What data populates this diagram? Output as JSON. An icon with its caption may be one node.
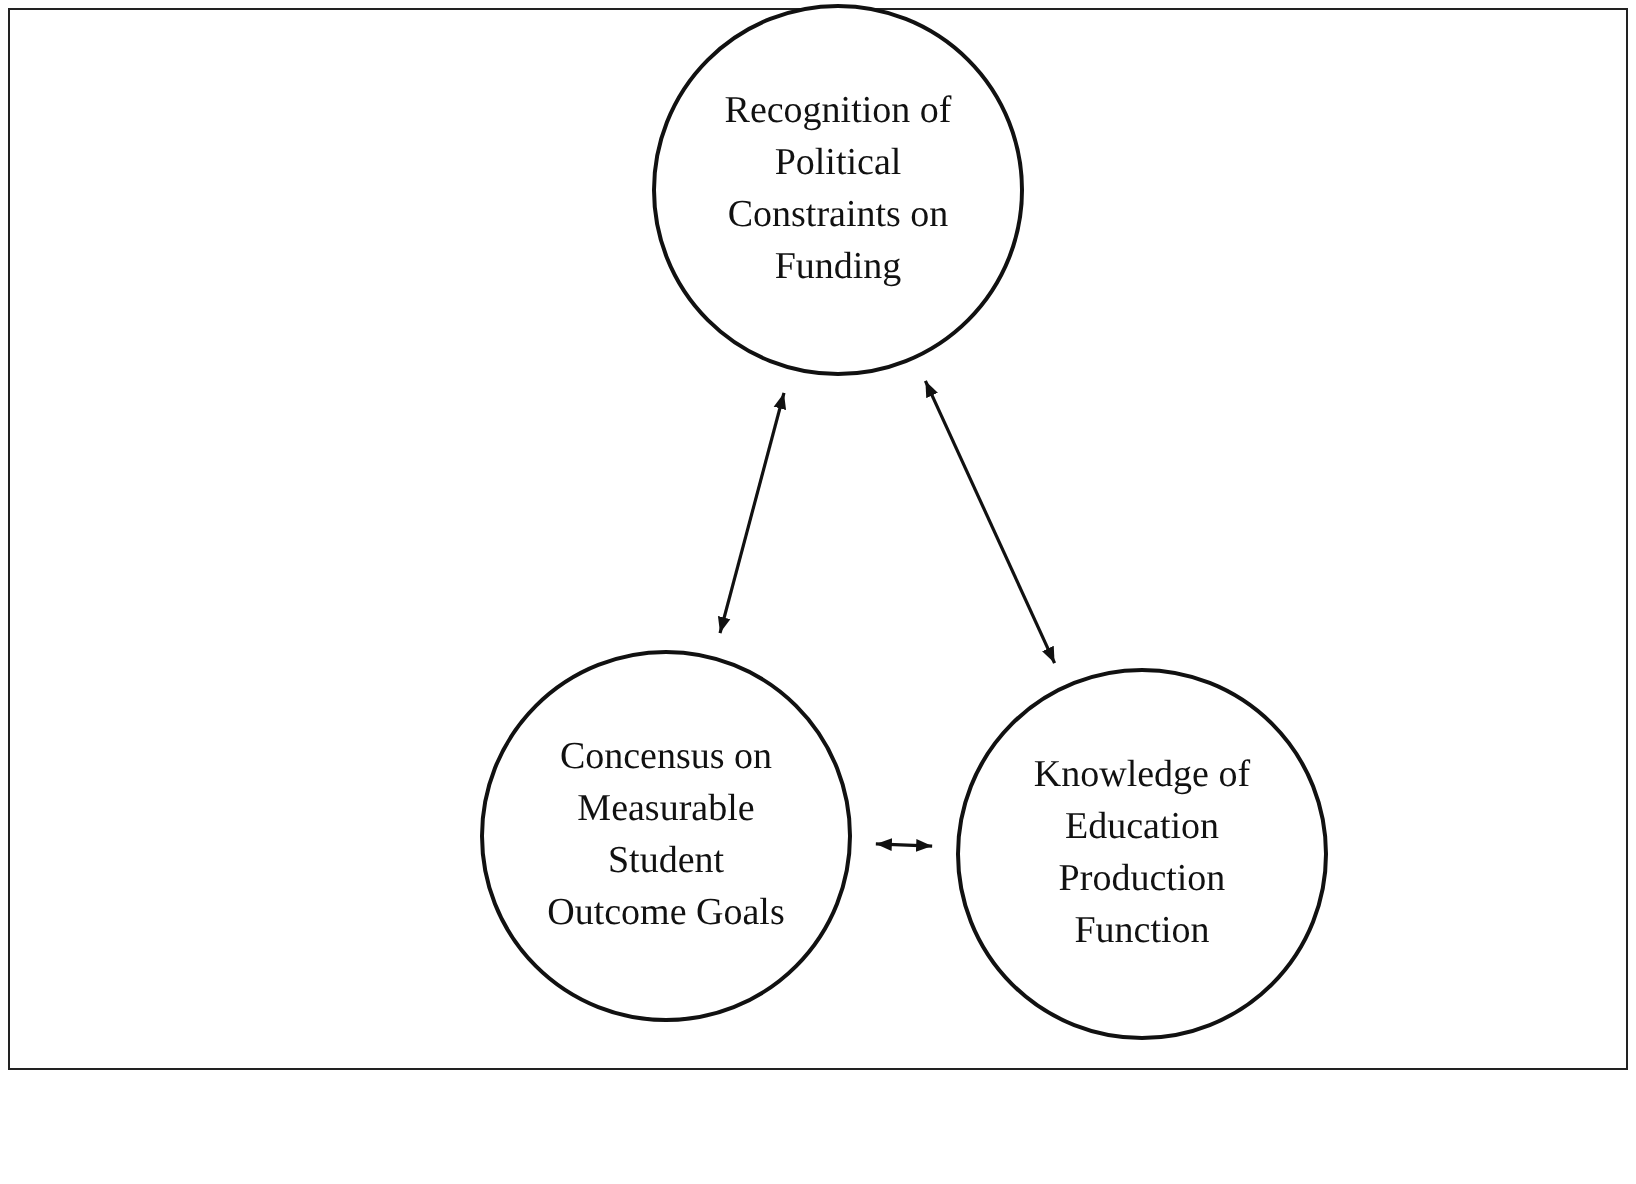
{
  "diagram": {
    "nodes": [
      {
        "text": [
          "Recognition of Political Constraints on Funding"
        ]
      },
      {
        "text": [
          "Concensus on Measurable Student Outcome Goals"
        ]
      },
      {
        "text": [
          "Knowledge of Education Production Function"
        ]
      }
    ],
    "edges": [
      {
        "from": 1,
        "to": 0,
        "arrow": "both"
      },
      {
        "from": 0,
        "to": 2,
        "arrow": "both"
      },
      {
        "from": 1,
        "to": 2,
        "arrow": "both"
      }
    ]
  }
}
